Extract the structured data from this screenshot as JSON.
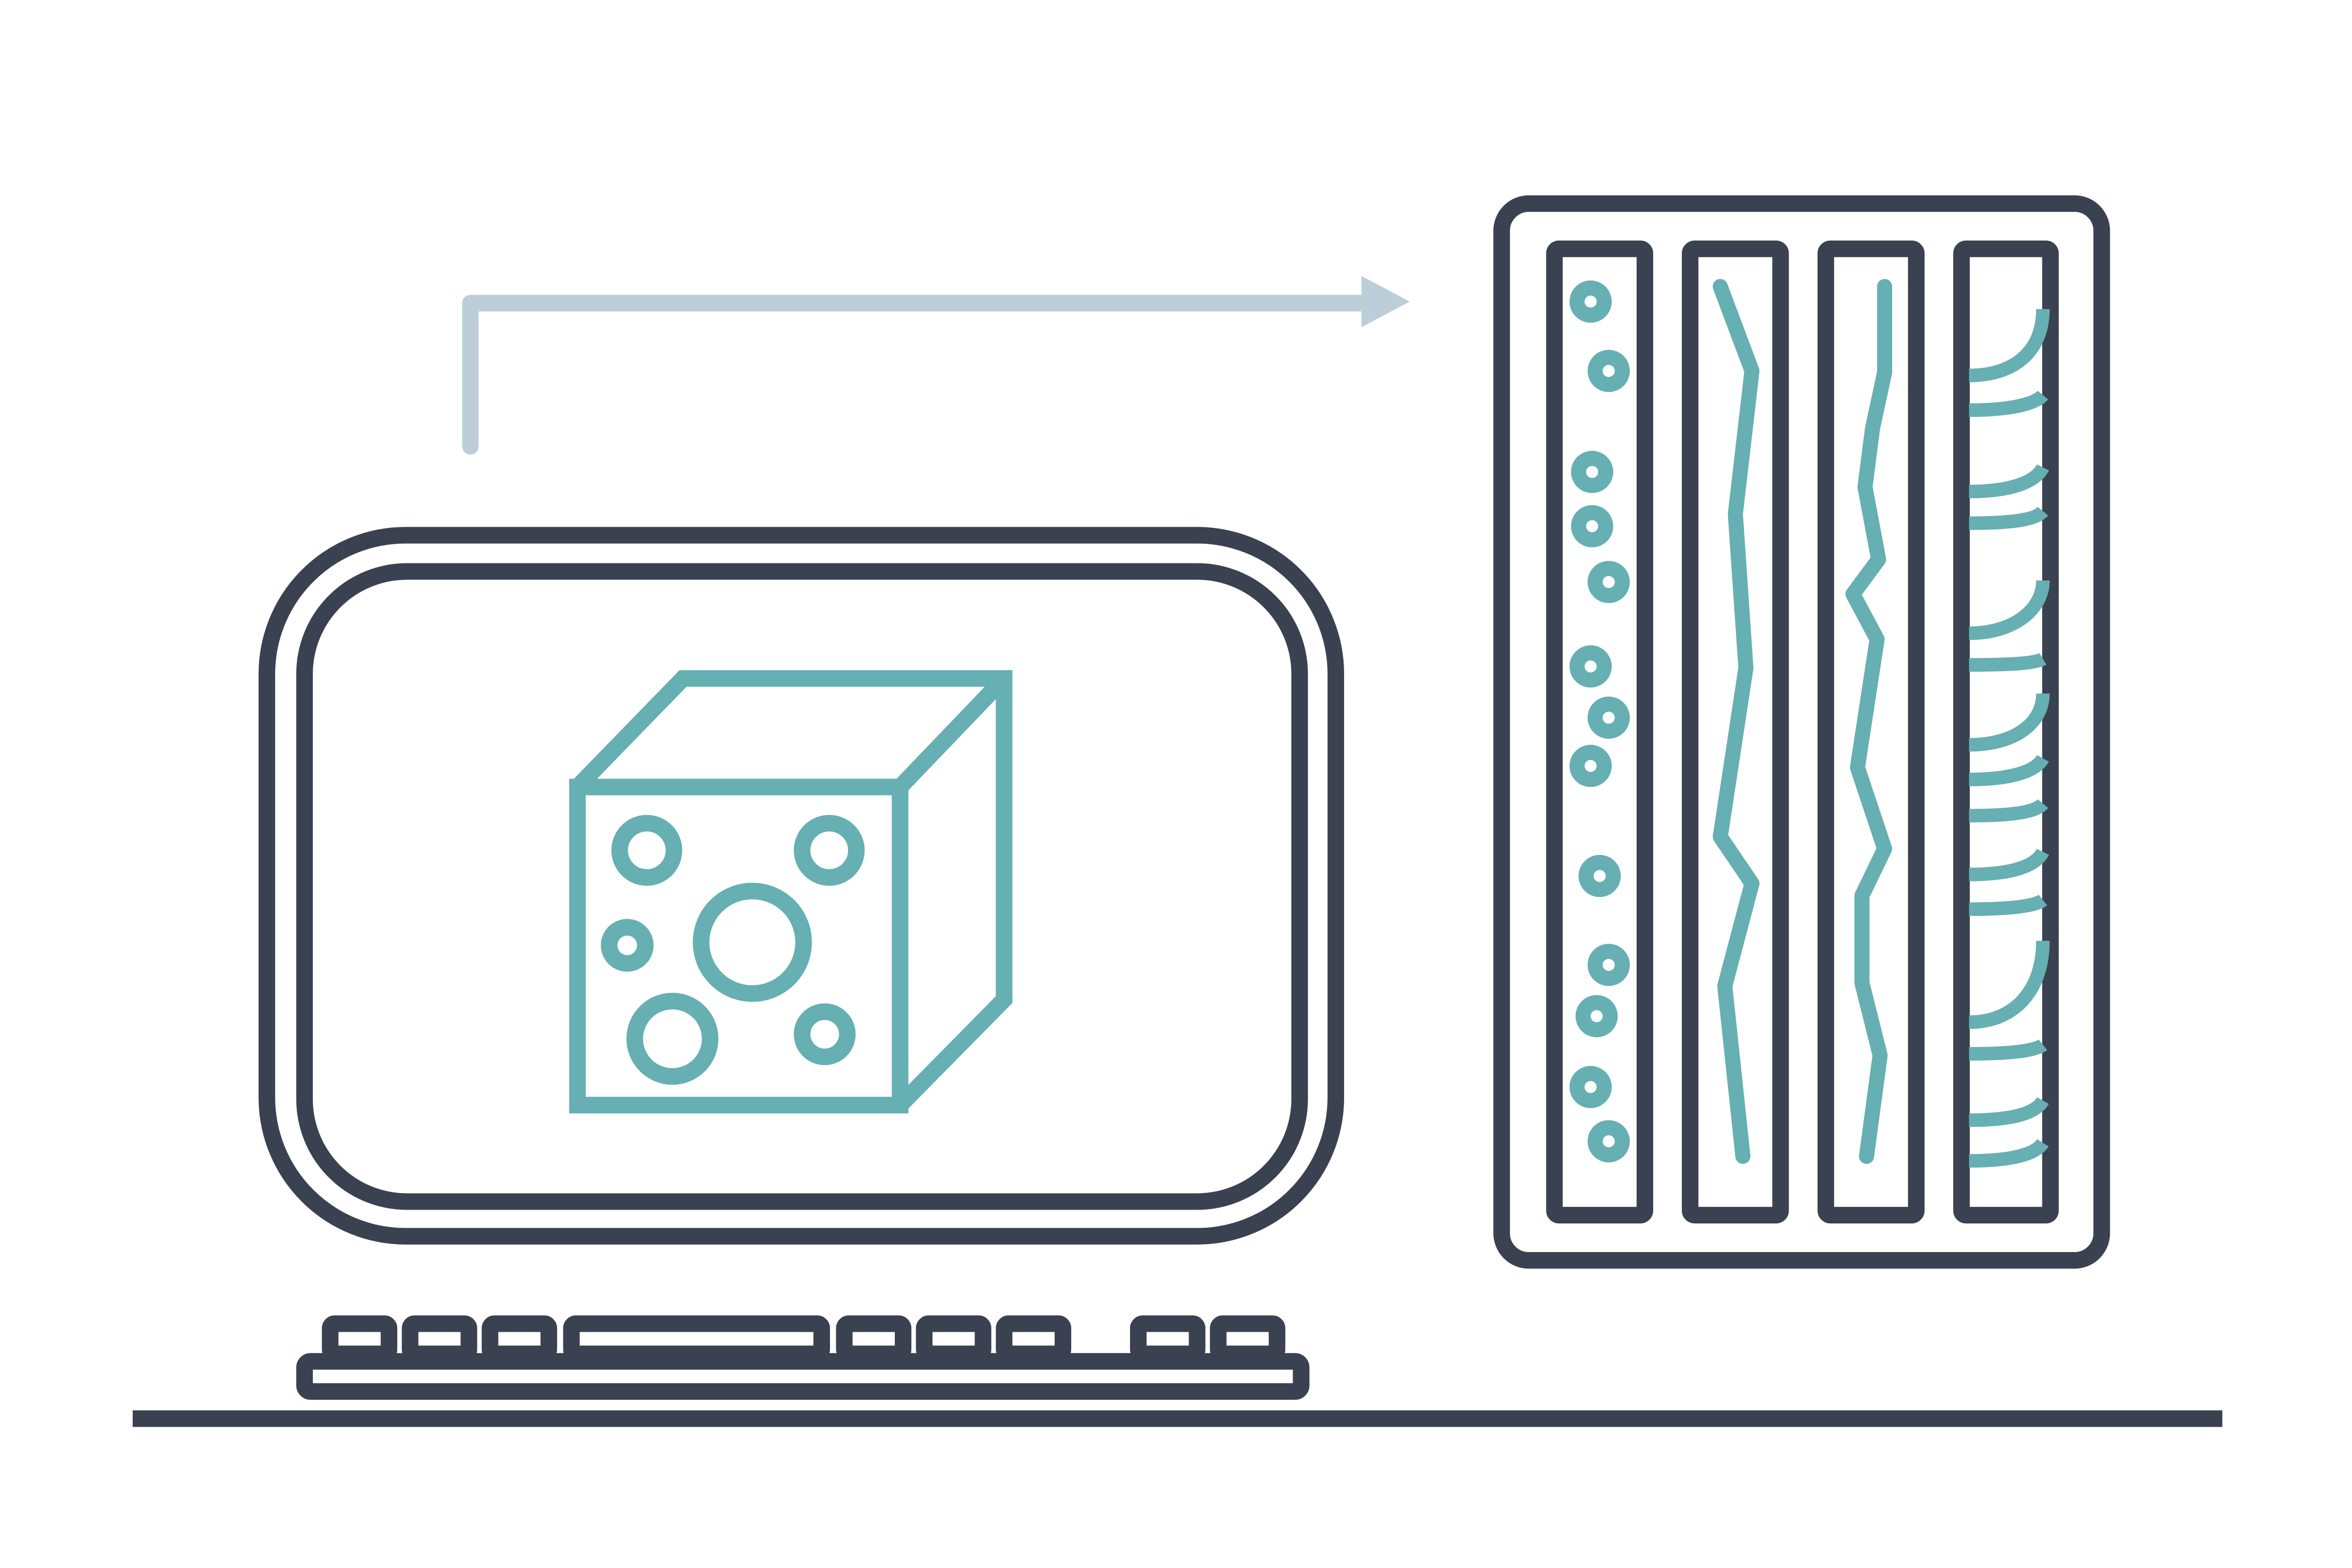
{
  "colors": {
    "outline": "#3a4150",
    "accent": "#66afb2",
    "arrow": "#bccfd9",
    "background": "#ffffff"
  },
  "icons": {
    "monitor": "monitor-icon",
    "cube": "cube-icon",
    "arrow": "arrow-right-icon",
    "keyboard": "keyboard-icon",
    "server_rack": "server-rack-icon"
  },
  "rack": {
    "slots": [
      {
        "pattern": "dots"
      },
      {
        "pattern": "zigzag"
      },
      {
        "pattern": "zigzag"
      },
      {
        "pattern": "arcs"
      }
    ]
  }
}
